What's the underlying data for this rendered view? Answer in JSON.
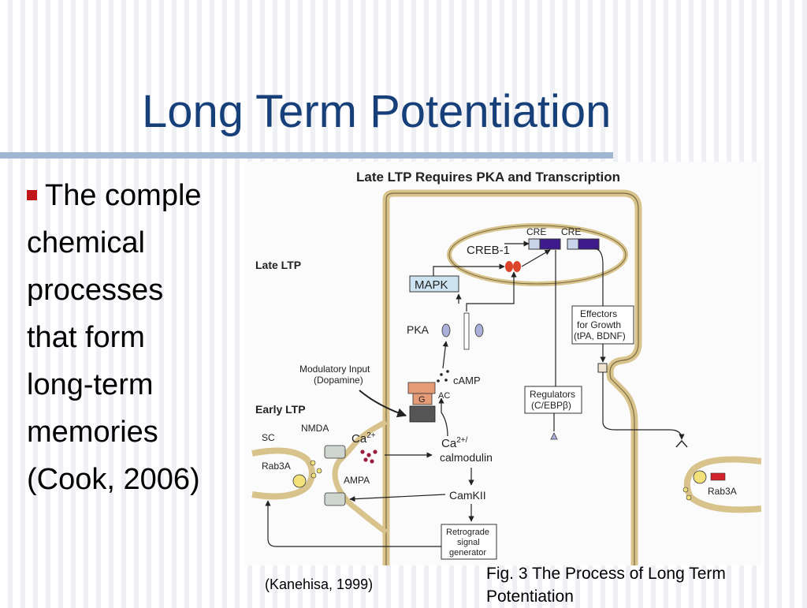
{
  "slide": {
    "title": "Long Term Potentiation",
    "bullet_lines": [
      "The comple",
      "chemical",
      "processes",
      "that form",
      "long-term",
      "memories",
      "(Cook, 2006)"
    ],
    "credit": "(Kanehisa, 1999)",
    "caption": "Fig. 3 The Process of Long Term Potentiation",
    "colors": {
      "title": "#17407a",
      "rule": "#9fb6d3",
      "bullet": "#c0161a",
      "membrane": "#d8c38c",
      "cre": "#3f1a8c",
      "creb": "#d9442a"
    }
  },
  "figure": {
    "heading": "Late LTP Requires PKA and Transcription",
    "section_late": "Late LTP",
    "section_early": "Early LTP",
    "labels": {
      "cre1": "CRE",
      "cre2": "CRE",
      "creb1": "CREB-1",
      "mapk": "MAPK",
      "pka": "PKA",
      "effectors": [
        "Effectors",
        "for Growth",
        "(tPA, BDNF)"
      ],
      "modulatory": [
        "Modulatory Input",
        "(Dopamine)"
      ],
      "camp": "cAMP",
      "g": "G",
      "ac": "AC",
      "regulators": [
        "Regulators",
        "(C/EBPβ)"
      ],
      "sc": "SC",
      "nmda": "NMDA",
      "rab3a_left": "Rab3A",
      "rab3a_right": "Rab3A",
      "ca": "Ca",
      "ca_sup": "2+",
      "ca_calmodulin": "Ca",
      "ca_calmodulin_sup": "2+/",
      "calmodulin": "calmodulin",
      "ampa": "AMPA",
      "camkii": "CamKII",
      "retrograde": [
        "Retrograde",
        "signal",
        "generator"
      ]
    }
  }
}
